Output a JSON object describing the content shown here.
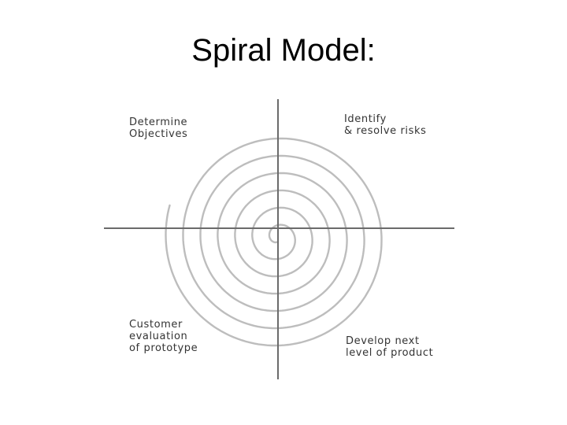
{
  "title": "Spiral Model:",
  "quadrants": {
    "top_left": [
      "Determine",
      "Objectives"
    ],
    "top_right": [
      "Identify",
      "& resolve risks"
    ],
    "bottom_left": [
      "Customer",
      "evaluation",
      "of prototype"
    ],
    "bottom_right": [
      "Develop next",
      "level of product"
    ]
  },
  "colors": {
    "axis": "#6b6b6b",
    "spiral": "#bdbdbd",
    "text": "#333333"
  }
}
